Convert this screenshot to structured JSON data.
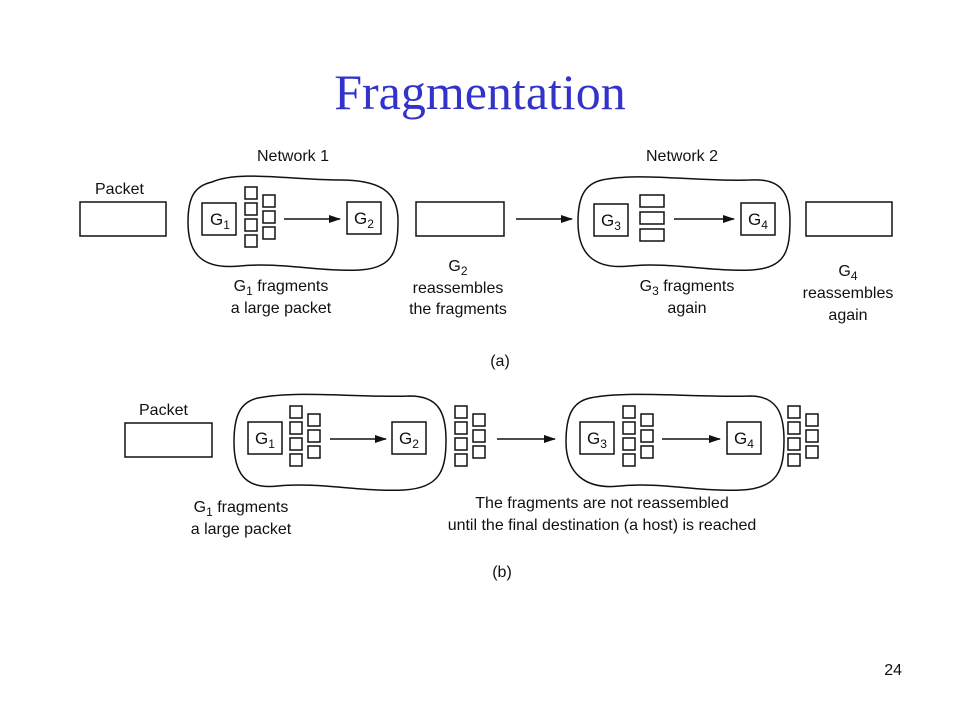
{
  "title": "Fragmentation",
  "page_number": "24",
  "a": {
    "caption": "(a)",
    "packet_label": "Packet",
    "network1_label": "Network 1",
    "network2_label": "Network 2",
    "g1": {
      "letter": "G",
      "sub": "1"
    },
    "g2": {
      "letter": "G",
      "sub": "2"
    },
    "g3": {
      "letter": "G",
      "sub": "3"
    },
    "g4": {
      "letter": "G",
      "sub": "4"
    },
    "desc_g1": {
      "letter": "G",
      "sub": "1",
      "line1_rest": " fragments",
      "line2": "a large packet"
    },
    "desc_g2": {
      "letter": "G",
      "sub": "2",
      "line2": "reassembles",
      "line3": "the fragments"
    },
    "desc_g3": {
      "letter": "G",
      "sub": "3",
      "line1_rest": " fragments",
      "line2": "again"
    },
    "desc_g4": {
      "letter": "G",
      "sub": "4",
      "line2": "reassembles",
      "line3": "again"
    }
  },
  "b": {
    "caption": "(b)",
    "packet_label": "Packet",
    "g1": {
      "letter": "G",
      "sub": "1"
    },
    "g2": {
      "letter": "G",
      "sub": "2"
    },
    "g3": {
      "letter": "G",
      "sub": "3"
    },
    "g4": {
      "letter": "G",
      "sub": "4"
    },
    "desc_g1": {
      "letter": "G",
      "sub": "1",
      "line1_rest": " fragments",
      "line2": "a large packet"
    },
    "desc_final_line1": "The fragments are not reassembled",
    "desc_final_line2": "until the final destination (a host) is reached"
  }
}
